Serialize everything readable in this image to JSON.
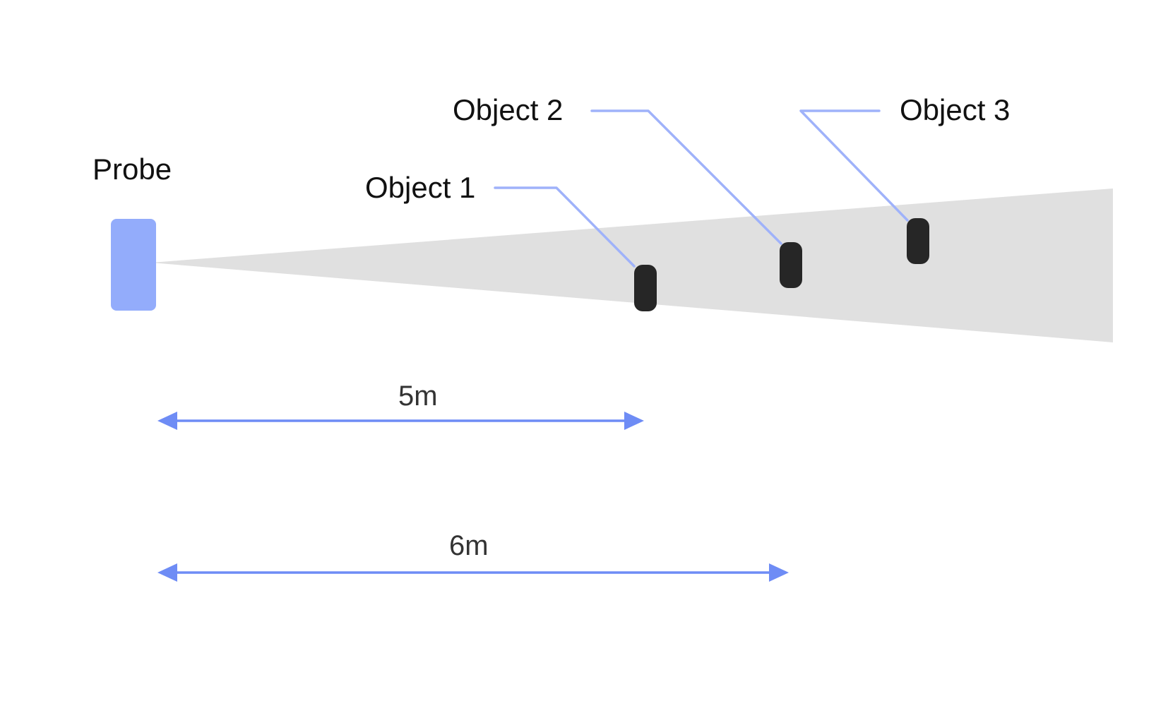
{
  "colors": {
    "probe": "#93acfb",
    "beam": "#e0e0e0",
    "object": "#262626",
    "leader": "#9fb2fa",
    "dimension": "#6e8cf5"
  },
  "probe": {
    "label": "Probe"
  },
  "objects": [
    {
      "label": "Object 1"
    },
    {
      "label": "Object 2"
    },
    {
      "label": "Object 3"
    }
  ],
  "dimensions": [
    {
      "label": "5m",
      "distance_m": 5
    },
    {
      "label": "6m",
      "distance_m": 6
    }
  ]
}
